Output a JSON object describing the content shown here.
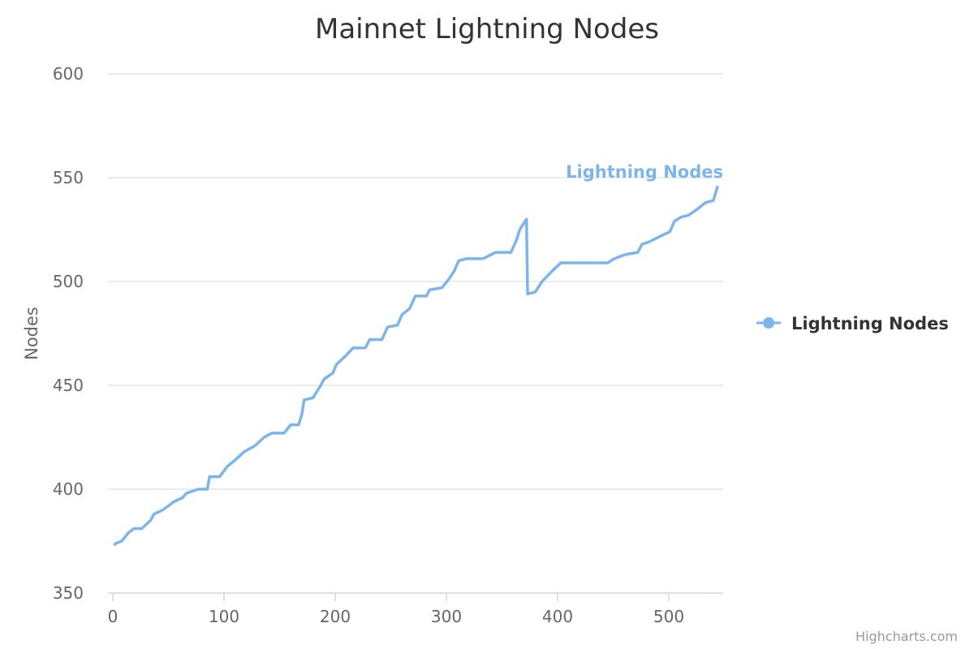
{
  "chart_data": {
    "type": "line",
    "title": "Mainnet Lightning Nodes",
    "xlabel": "",
    "ylabel": "Nodes",
    "xlim": [
      0,
      545
    ],
    "ylim": [
      350,
      600
    ],
    "xticks": [
      0,
      100,
      200,
      300,
      400,
      500
    ],
    "yticks": [
      350,
      400,
      450,
      500,
      550,
      600
    ],
    "grid": true,
    "legend_position": "right",
    "credit": "Highcharts.com",
    "series": [
      {
        "name": "Lightning Nodes",
        "color": "#7cb5ec",
        "points": [
          [
            1,
            373
          ],
          [
            3,
            374
          ],
          [
            8,
            375
          ],
          [
            14,
            379
          ],
          [
            19,
            381
          ],
          [
            26,
            381
          ],
          [
            34,
            385
          ],
          [
            37,
            388
          ],
          [
            45,
            390
          ],
          [
            55,
            394
          ],
          [
            63,
            396
          ],
          [
            66,
            398
          ],
          [
            77,
            400
          ],
          [
            85,
            400
          ],
          [
            87,
            406
          ],
          [
            96,
            406
          ],
          [
            103,
            411
          ],
          [
            110,
            414
          ],
          [
            118,
            418
          ],
          [
            128,
            421
          ],
          [
            136,
            425
          ],
          [
            143,
            427
          ],
          [
            154,
            427
          ],
          [
            160,
            431
          ],
          [
            167,
            431
          ],
          [
            170,
            436
          ],
          [
            172,
            443
          ],
          [
            180,
            444
          ],
          [
            187,
            450
          ],
          [
            190,
            453
          ],
          [
            198,
            456
          ],
          [
            201,
            460
          ],
          [
            209,
            464
          ],
          [
            216,
            468
          ],
          [
            227,
            468
          ],
          [
            231,
            472
          ],
          [
            242,
            472
          ],
          [
            247,
            478
          ],
          [
            256,
            479
          ],
          [
            260,
            484
          ],
          [
            267,
            487
          ],
          [
            272,
            493
          ],
          [
            282,
            493
          ],
          [
            285,
            496
          ],
          [
            296,
            497
          ],
          [
            302,
            501
          ],
          [
            307,
            505
          ],
          [
            311,
            510
          ],
          [
            318,
            511
          ],
          [
            333,
            511
          ],
          [
            344,
            514
          ],
          [
            358,
            514
          ],
          [
            363,
            520
          ],
          [
            366,
            525
          ],
          [
            372,
            530
          ],
          [
            373,
            494
          ],
          [
            380,
            495
          ],
          [
            386,
            500
          ],
          [
            395,
            505
          ],
          [
            403,
            509
          ],
          [
            409,
            509
          ],
          [
            445,
            509
          ],
          [
            451,
            511
          ],
          [
            461,
            513
          ],
          [
            472,
            514
          ],
          [
            476,
            518
          ],
          [
            482,
            519
          ],
          [
            493,
            522
          ],
          [
            501,
            524
          ],
          [
            505,
            529
          ],
          [
            511,
            531
          ],
          [
            518,
            532
          ],
          [
            526,
            535
          ],
          [
            533,
            538
          ],
          [
            540,
            539
          ],
          [
            544,
            546
          ]
        ]
      }
    ]
  }
}
